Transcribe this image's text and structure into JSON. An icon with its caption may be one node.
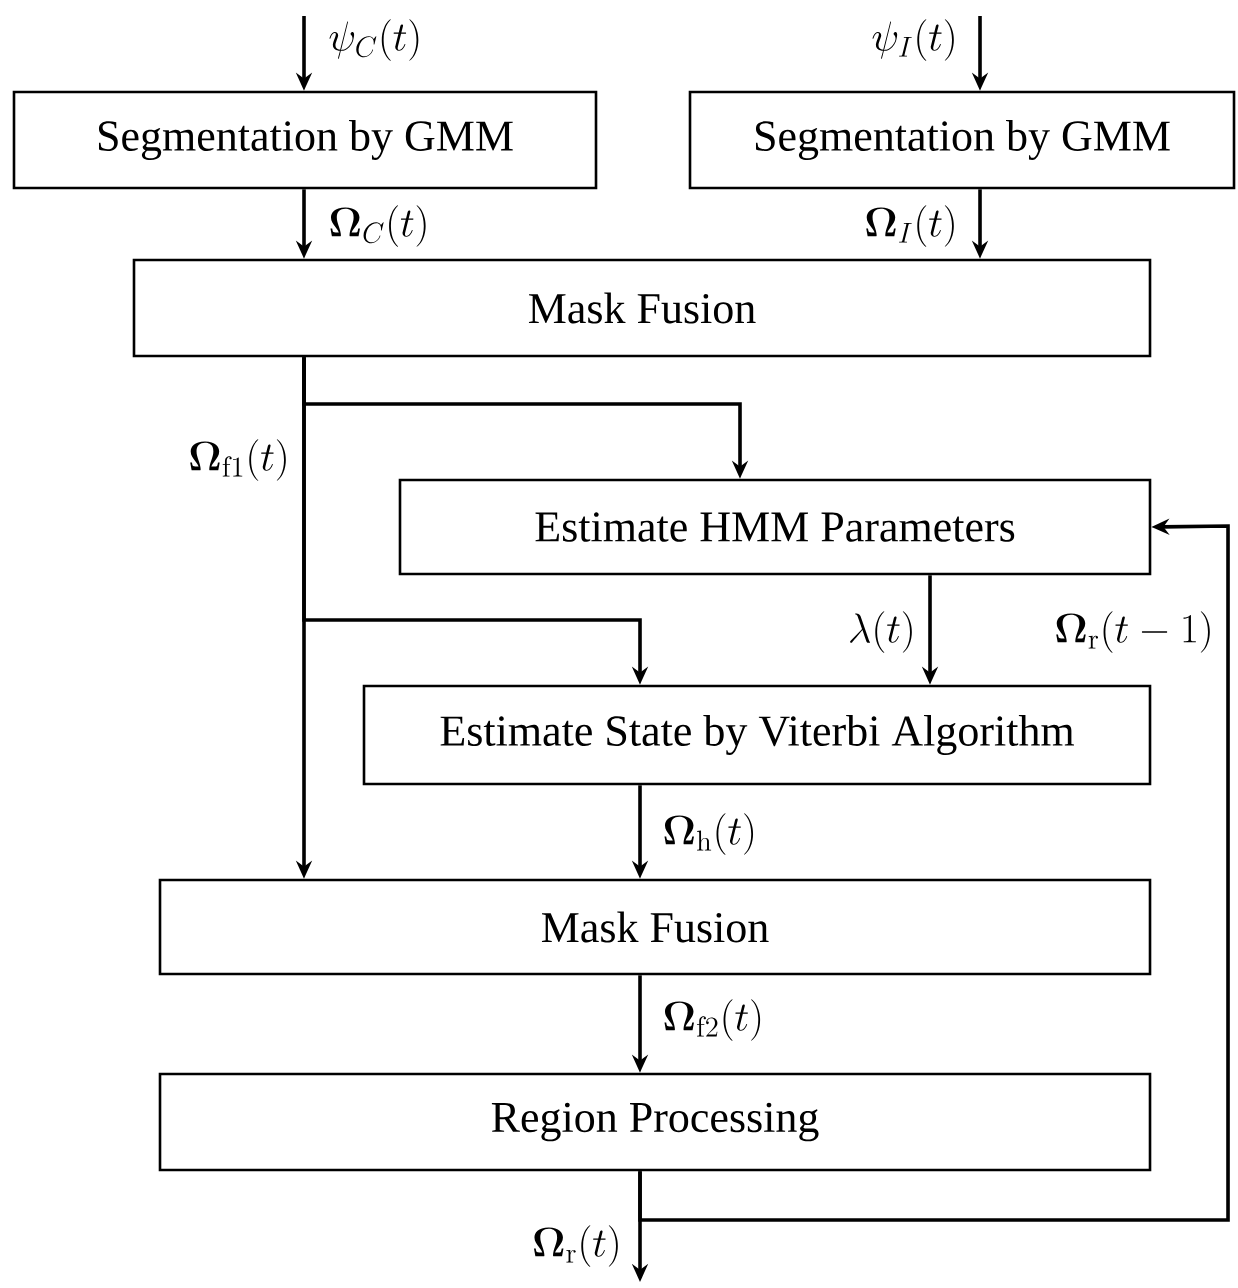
{
  "diagram": {
    "nodes": [
      {
        "text": [
          "Segmentation by GMM"
        ]
      },
      {
        "text": [
          "Segmentation by GMM"
        ]
      },
      {
        "text": [
          "Mask Fusion"
        ]
      },
      {
        "text": [
          "Estimate HMM Parameters"
        ]
      },
      {
        "text": [
          "Estimate State by Viterbi Algorithm"
        ]
      },
      {
        "text": [
          "Mask Fusion"
        ]
      },
      {
        "text": [
          "Region Processing"
        ]
      }
    ],
    "edges": [
      {
        "from": null,
        "to": 0,
        "arrow": "to",
        "label": "\\psi_C(t)"
      },
      {
        "from": null,
        "to": 1,
        "arrow": "to",
        "label": "\\psi_I(t)"
      },
      {
        "from": 0,
        "to": 2,
        "arrow": "to",
        "label": "\\mathbf{\\Omega}_C(t)"
      },
      {
        "from": 1,
        "to": 2,
        "arrow": "to",
        "label": "\\mathbf{\\Omega}_I(t)"
      },
      {
        "from": 2,
        "to": 3,
        "arrow": "to"
      },
      {
        "from": 2,
        "to": 4,
        "arrow": "to"
      },
      {
        "from": 2,
        "to": 5,
        "arrow": "to",
        "label": "\\mathbf{\\Omega}_{\\mathrm{f1}}(t)"
      },
      {
        "from": 3,
        "to": 4,
        "arrow": "to",
        "label": "\\lambda(t)"
      },
      {
        "from": 4,
        "to": 5,
        "arrow": "to",
        "label": "\\mathbf{\\Omega}_{\\mathrm{h}}(t)"
      },
      {
        "from": 5,
        "to": 6,
        "arrow": "to",
        "label": "\\mathbf{\\Omega}_{\\mathrm{f2}}(t)"
      },
      {
        "from": 6,
        "to": null,
        "arrow": "to",
        "label": "\\mathbf{\\Omega}_{\\mathrm{r}}(t)"
      },
      {
        "from": 6,
        "to": 3,
        "arrow": "to",
        "label": "\\mathbf{\\Omega}_{\\mathrm{r}}(t-1)"
      }
    ]
  }
}
